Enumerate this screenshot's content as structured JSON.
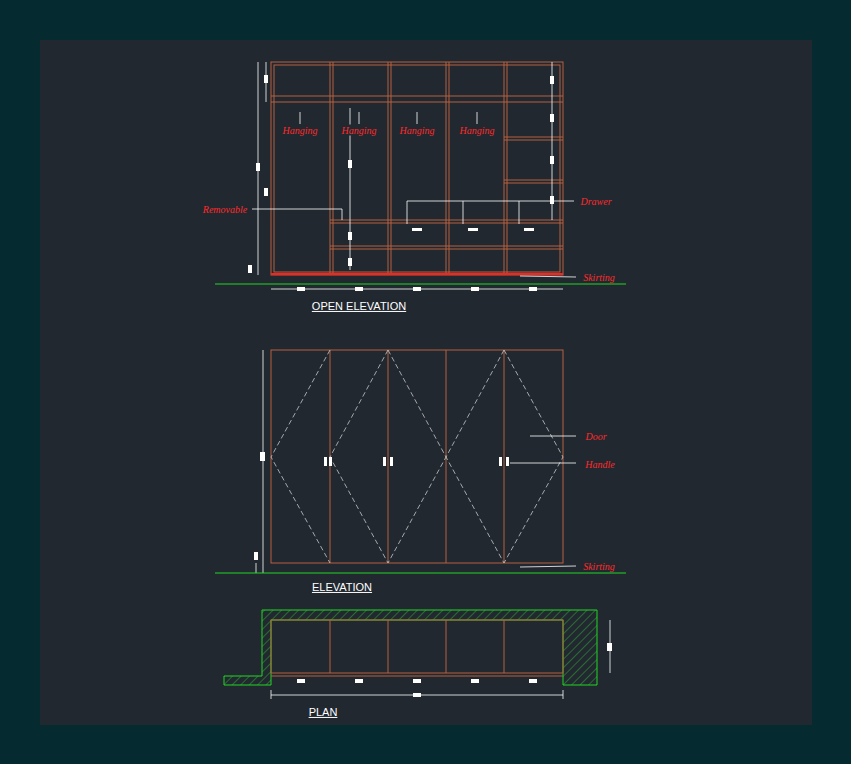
{
  "diagram": {
    "labels": [
      "Hanging",
      "Hanging",
      "Hanging",
      "Hanging",
      "Removable",
      "Drawer",
      "Skirting",
      "OPEN ELEVATION",
      "Door",
      "Handle",
      "Skirting",
      "ELEVATION",
      "PLAN"
    ]
  }
}
